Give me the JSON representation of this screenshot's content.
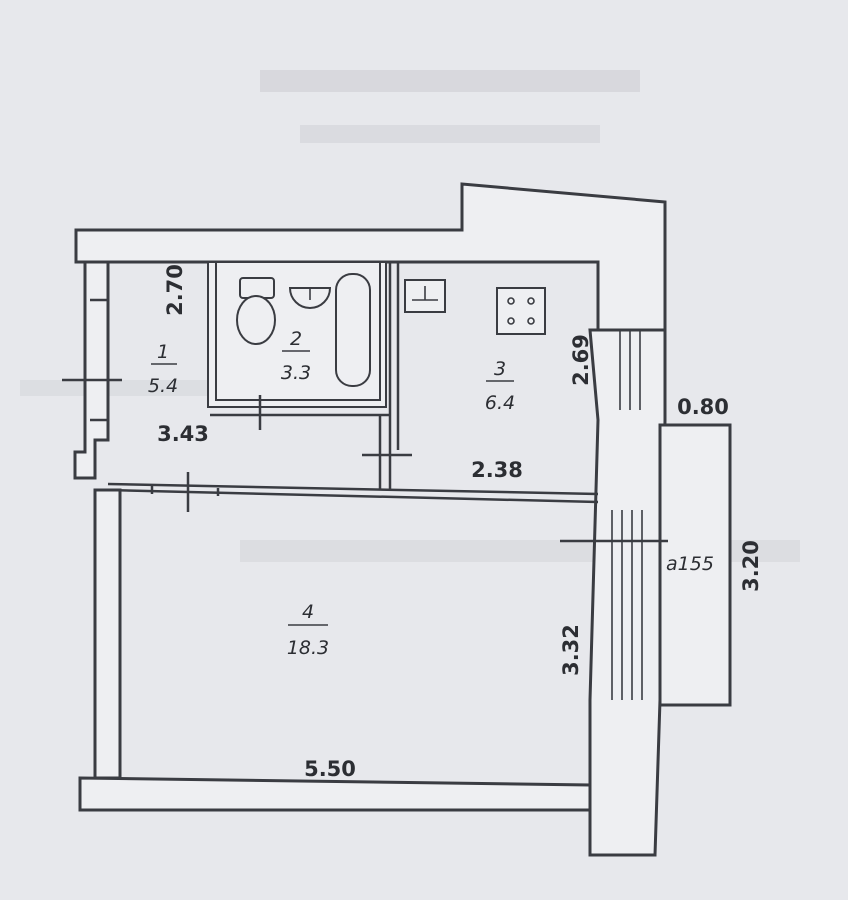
{
  "rooms": [
    {
      "number": "1",
      "area": "5.4"
    },
    {
      "number": "2",
      "area": "3.3"
    },
    {
      "number": "3",
      "area": "6.4"
    },
    {
      "number": "4",
      "area": "18.3"
    }
  ],
  "dimensions": {
    "room1_side": "2.70",
    "room1_width": "3.43",
    "room3_side": "2.69",
    "room3_width": "2.38",
    "balcony_width": "0.80",
    "balcony_length": "3.20",
    "room4_side": "3.32",
    "room4_width": "5.50"
  },
  "window_label": "а155"
}
